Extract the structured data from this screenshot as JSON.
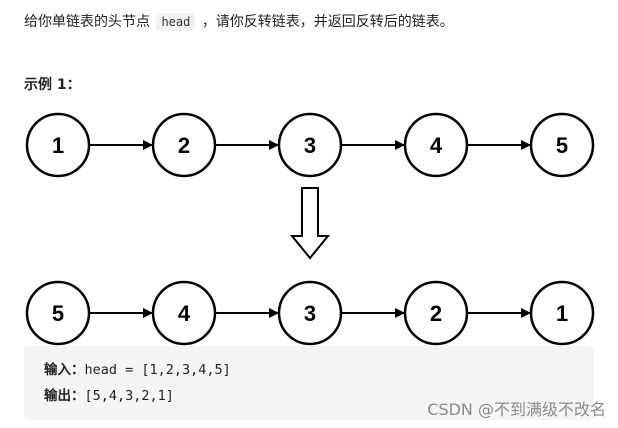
{
  "problem": {
    "text_before": "给你单链表的头节点",
    "code": "head",
    "text_after": "，请你反转链表，并返回反转后的链表。"
  },
  "example": {
    "title": "示例 1："
  },
  "diagram": {
    "input_list": [
      "1",
      "2",
      "3",
      "4",
      "5"
    ],
    "output_list": [
      "5",
      "4",
      "3",
      "2",
      "1"
    ]
  },
  "io": {
    "input_label": "输入：",
    "input_value": "head = [1,2,3,4,5]",
    "output_label": "输出：",
    "output_value": "[5,4,3,2,1]"
  },
  "watermark": {
    "text": "CSDN @不到满级不改名"
  }
}
